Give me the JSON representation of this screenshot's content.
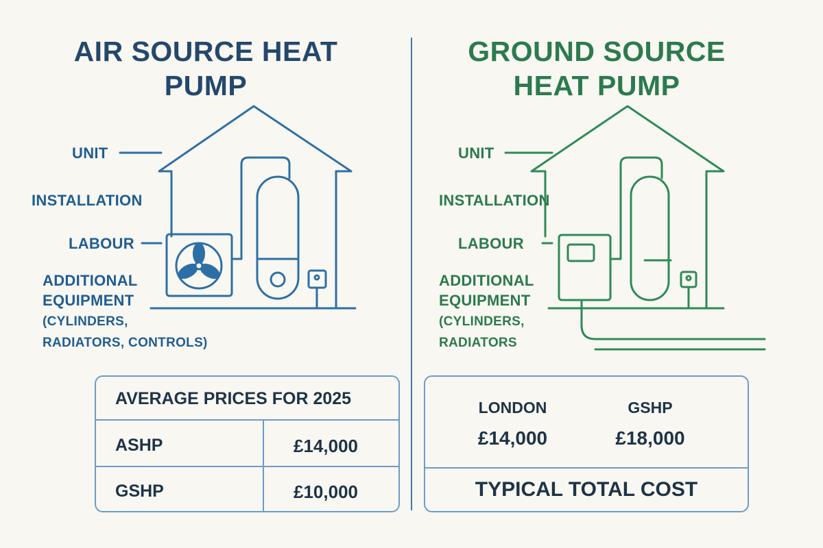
{
  "left": {
    "title_line1": "AIR SOURCE HEAT",
    "title_line2": "PUMP",
    "labels": {
      "unit": "UNIT",
      "installation": "INSTALLATION",
      "labour": "LABOUR",
      "additional_line1": "ADDITIONAL",
      "additional_line2": "EQUIPMENT",
      "additional_line3": "(CYLINDERS,",
      "additional_line4": "RADIATORS, CONTROLS)"
    },
    "table": {
      "header": "AVERAGE PRICES FOR 2025",
      "rows": [
        {
          "name": "ASHP",
          "price": "£14,000"
        },
        {
          "name": "GSHP",
          "price": "£10,000"
        }
      ]
    }
  },
  "right": {
    "title_line1": "GROUND SOURCE",
    "title_line2": "HEAT PUMP",
    "labels": {
      "unit": "UNIT",
      "installation": "INSTALLATION",
      "labour": "LABOUR",
      "additional_line1": "ADDITIONAL",
      "additional_line2": "EQUIPMENT",
      "additional_line3": "(CYLINDERS,",
      "additional_line4": "RADIATORS"
    },
    "table": {
      "col1_header": "LONDON",
      "col2_header": "GSHP",
      "col1_value": "£14,000",
      "col2_value": "£18,000",
      "footer": "TYPICAL TOTAL COST"
    }
  },
  "colors": {
    "blue": "#2d6fa5",
    "green": "#2e8a57",
    "title_blue": "#24486b",
    "title_green": "#2d7a4f",
    "border": "#6b9cc9"
  }
}
